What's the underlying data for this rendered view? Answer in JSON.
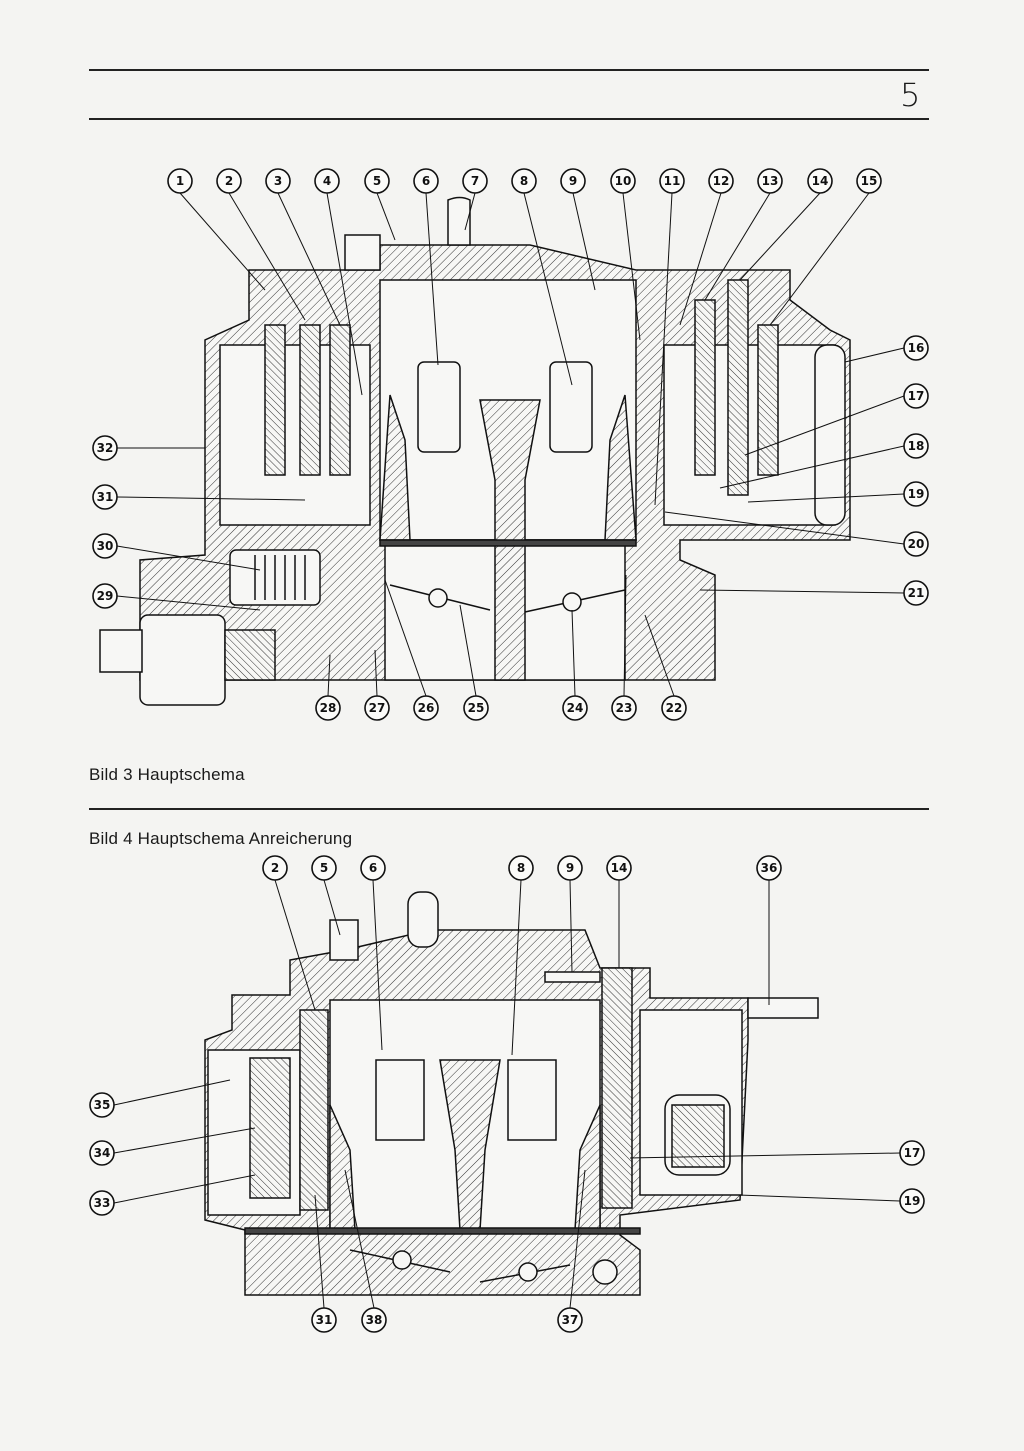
{
  "page_number": "5",
  "figure3": {
    "caption": "Bild 3  Hauptschema",
    "callouts": [
      "1",
      "2",
      "3",
      "4",
      "5",
      "6",
      "7",
      "8",
      "9",
      "10",
      "11",
      "12",
      "13",
      "14",
      "15",
      "16",
      "17",
      "18",
      "19",
      "20",
      "21",
      "22",
      "23",
      "24",
      "25",
      "26",
      "27",
      "28",
      "29",
      "30",
      "31",
      "32"
    ]
  },
  "figure4": {
    "caption": "Bild 4  Hauptschema Anreicherung",
    "callouts": [
      "2",
      "5",
      "6",
      "8",
      "9",
      "14",
      "36",
      "35",
      "34",
      "33",
      "17",
      "19",
      "31",
      "38",
      "37"
    ]
  }
}
